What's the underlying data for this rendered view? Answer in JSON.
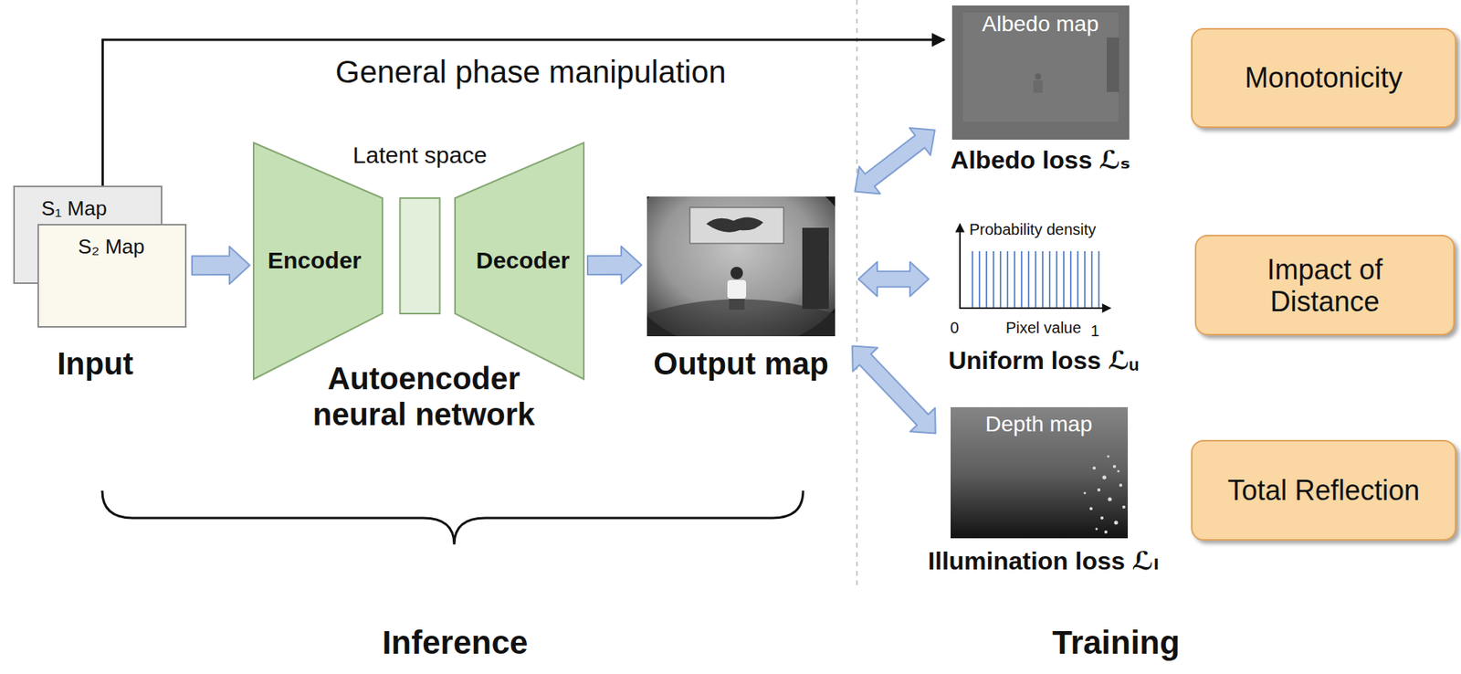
{
  "diagram": {
    "nodes": [
      {
        "text": [
          "S₁ Map"
        ]
      },
      {
        "text": [
          "S₂ Map"
        ]
      },
      {
        "text": [
          "Encoder"
        ]
      },
      {
        "text": [
          "Latent space"
        ]
      },
      {
        "text": [
          "Decoder"
        ]
      },
      {
        "text": [
          "Output map"
        ]
      },
      {
        "text": [
          "Albedo map",
          "Albedo loss ℒₛ"
        ]
      },
      {
        "text": [
          "Probability density",
          "0",
          "Pixel value",
          "1",
          "Uniform loss ℒᵤ"
        ]
      },
      {
        "text": [
          "Depth map",
          "Illumination loss ℒₗ"
        ]
      },
      {
        "text": [
          "Monotonicity"
        ]
      },
      {
        "text": [
          "Impact of Distance"
        ]
      },
      {
        "text": [
          "Total Reflection"
        ]
      }
    ],
    "edges": [
      {
        "from": 0,
        "to": 6,
        "arrow": "to",
        "label": "General phase manipulation"
      },
      {
        "from": 1,
        "to": 2,
        "arrow": "to"
      },
      {
        "from": 4,
        "to": 5,
        "arrow": "to"
      },
      {
        "from": 5,
        "to": 6,
        "arrow": "both"
      },
      {
        "from": 5,
        "to": 7,
        "arrow": "both"
      },
      {
        "from": 5,
        "to": 8,
        "arrow": "both"
      }
    ],
    "labels": [
      "Input",
      "Autoencoder neural network",
      "Inference",
      "Training"
    ]
  }
}
